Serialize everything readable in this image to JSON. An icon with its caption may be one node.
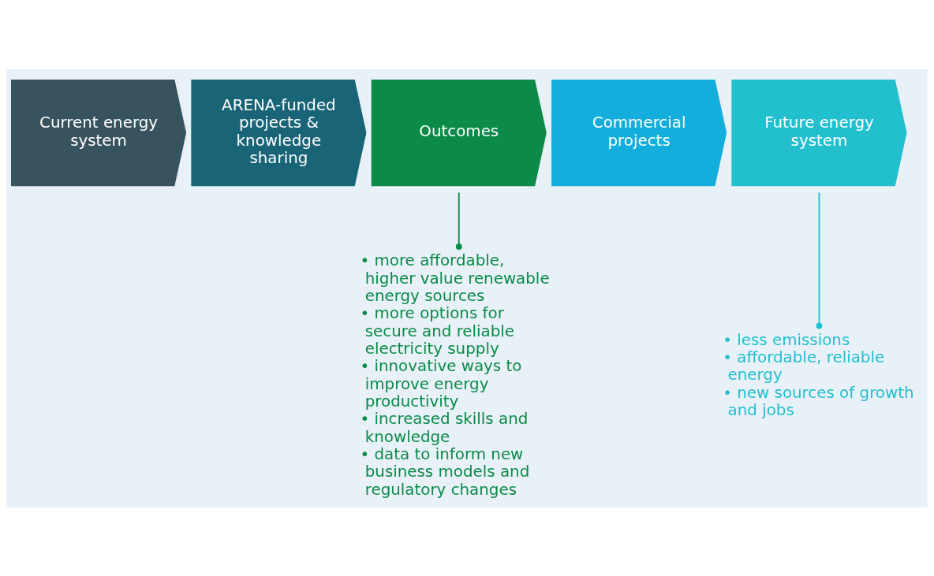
{
  "diagram": {
    "nodes": [
      {
        "text": [
          "Current energy system"
        ]
      },
      {
        "text": [
          "ARENA-funded projects & knowledge sharing"
        ]
      },
      {
        "text": [
          "Outcomes"
        ]
      },
      {
        "text": [
          "Commercial projects"
        ]
      },
      {
        "text": [
          "Future energy system"
        ]
      },
      {
        "text": [
          "• more affordable, higher value renewable energy sources",
          "• more options for secure and reliable electricity supply",
          "• innovative ways to improve energy productivity",
          "• increased skills and knowledge",
          "• data to inform new business models and regulatory changes"
        ]
      },
      {
        "text": [
          "• less emissions",
          "• affordable, reliable energy",
          "• new sources of growth and jobs"
        ]
      }
    ],
    "edges": [
      {
        "from": 2,
        "to": 5,
        "arrow": "other",
        "color": "#0b8a48"
      },
      {
        "from": 4,
        "to": 6,
        "arrow": "other",
        "color": "#22bfcf"
      }
    ]
  }
}
